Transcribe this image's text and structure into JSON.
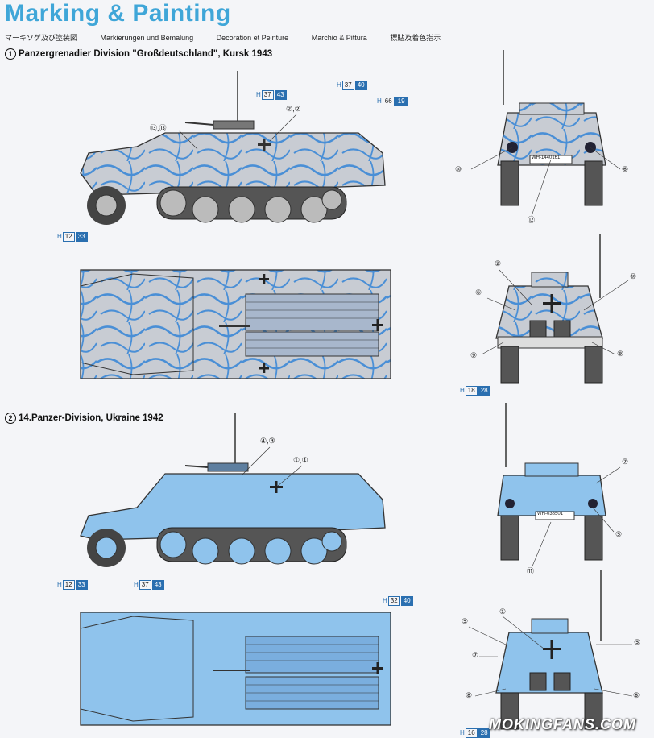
{
  "header": {
    "title": "Marking & Painting",
    "subtitles": [
      "マーキソゲ及び塗装図",
      "Markierungen und Bemalung",
      "Decoration et Peinture",
      "Marchio & Pittura",
      "標貼及着色指示"
    ]
  },
  "sections": [
    {
      "number": "1",
      "title": "Panzergrenadier Division \"Großdeutschland\", Kursk 1943"
    },
    {
      "number": "2",
      "title": "14.Panzer-Division, Ukraine 1942"
    }
  ],
  "paint_codes": [
    {
      "prefix": "H",
      "a": "37",
      "b": "43"
    },
    {
      "prefix": "H",
      "a": "37",
      "b": "40"
    },
    {
      "prefix": "H",
      "a": "66",
      "b": "19"
    },
    {
      "prefix": "H",
      "a": "12",
      "b": "33"
    },
    {
      "prefix": "H",
      "a": "18",
      "b": "28"
    },
    {
      "prefix": "H",
      "a": "12",
      "b": "33"
    },
    {
      "prefix": "H",
      "a": "37",
      "b": "43"
    },
    {
      "prefix": "H",
      "a": "32",
      "b": "40"
    },
    {
      "prefix": "H",
      "a": "16",
      "b": "28"
    }
  ],
  "callouts": {
    "s1_side_a": "⑬,⑬",
    "s1_side_b": "②,②",
    "s1_front_left": "⑩",
    "s1_front_right": "⑥",
    "s1_front_bottom": "⑫",
    "s1_rear_top": "②",
    "s1_rear_left6": "⑥",
    "s1_rear_right10": "⑩",
    "s1_rear_left9": "⑨",
    "s1_rear_right9": "⑨",
    "s2_side_a": "④,③",
    "s2_side_b": "①,①",
    "s2_front_right7": "⑦",
    "s2_front_right5": "⑤",
    "s2_front_bottom": "⑪",
    "s2_rear_top": "①",
    "s2_rear_left5": "⑤",
    "s2_rear_right5": "⑤",
    "s2_rear_left7": "⑦",
    "s2_rear_left8": "⑧",
    "s2_rear_right8": "⑧"
  },
  "plates": {
    "s1_front": "WH-1440161",
    "s2_front": "WH-038501"
  },
  "colors": {
    "title_blue": "#3fa6d8",
    "camo_grey": "#c8ccd3",
    "camo_blue": "#4a8fd6",
    "sky_blue": "#8fc3ec",
    "line_dark": "#333333"
  },
  "watermark": "MOKINGFANS.COM"
}
